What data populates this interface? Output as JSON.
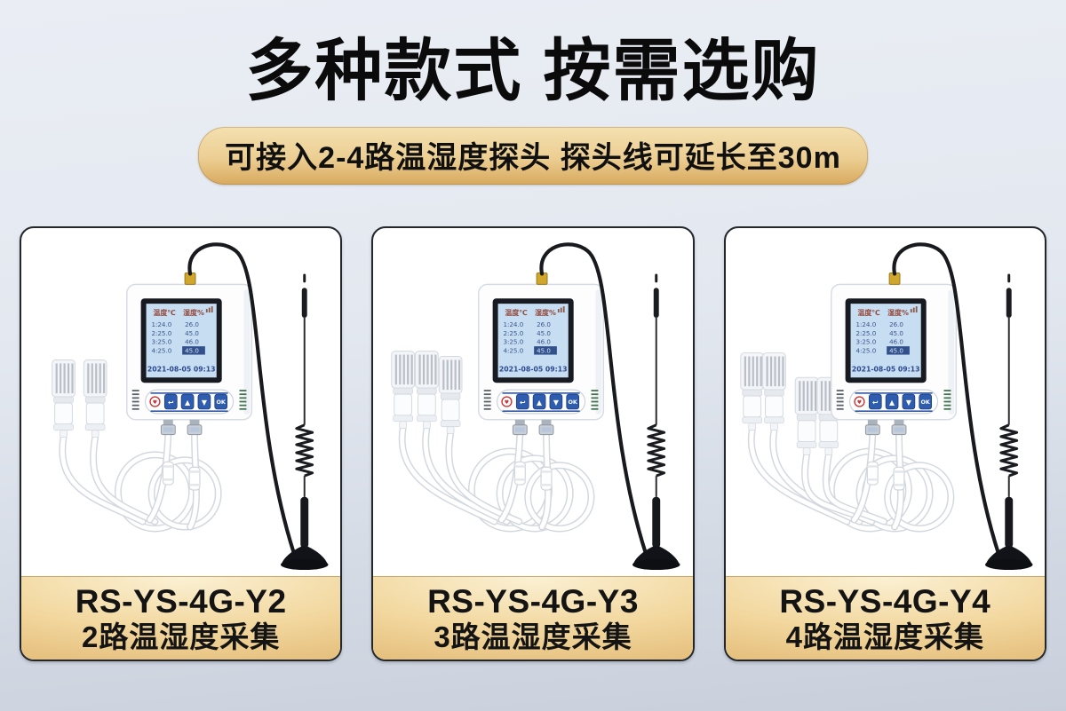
{
  "page": {
    "title": "多种款式 按需选购",
    "subtitle": "可接入2-4路温湿度探头 探头线可延长至30m",
    "colors": {
      "background_top": "#eaedf4",
      "background_bottom": "#c8cfdb",
      "gold_light": "#fbf1d4",
      "gold_dark": "#dfb46e",
      "card_border": "#23262b",
      "title_color": "#0b0b0c",
      "lcd_background": "#c7ddf1",
      "button_blue": "#2e5cae",
      "antenna_black": "#17181c"
    }
  },
  "products": [
    {
      "model": "RS-YS-4G-Y2",
      "description": "2路温湿度采集",
      "probe_count": 2
    },
    {
      "model": "RS-YS-4G-Y3",
      "description": "3路温湿度采集",
      "probe_count": 3
    },
    {
      "model": "RS-YS-4G-Y4",
      "description": "4路温湿度采集",
      "probe_count": 4
    }
  ],
  "device": {
    "lcd": {
      "header_temp": "温度℃",
      "header_hum": "湿度%",
      "rows": [
        [
          "1:24.0",
          "26.0"
        ],
        [
          "2:25.0",
          "45.0"
        ],
        [
          "3:25.0",
          "46.0"
        ],
        [
          "4:25.0",
          "45.0"
        ]
      ],
      "datetime": "2021-08-05 09:13"
    },
    "buttons": [
      {
        "name": "back-icon",
        "glyph": "↩"
      },
      {
        "name": "up-icon",
        "glyph": "▲"
      },
      {
        "name": "down-icon",
        "glyph": "▼"
      },
      {
        "name": "ok-icon",
        "glyph": "OK"
      }
    ],
    "logo_icon": "brand-heart-icon",
    "logo_glyph": "♥"
  }
}
